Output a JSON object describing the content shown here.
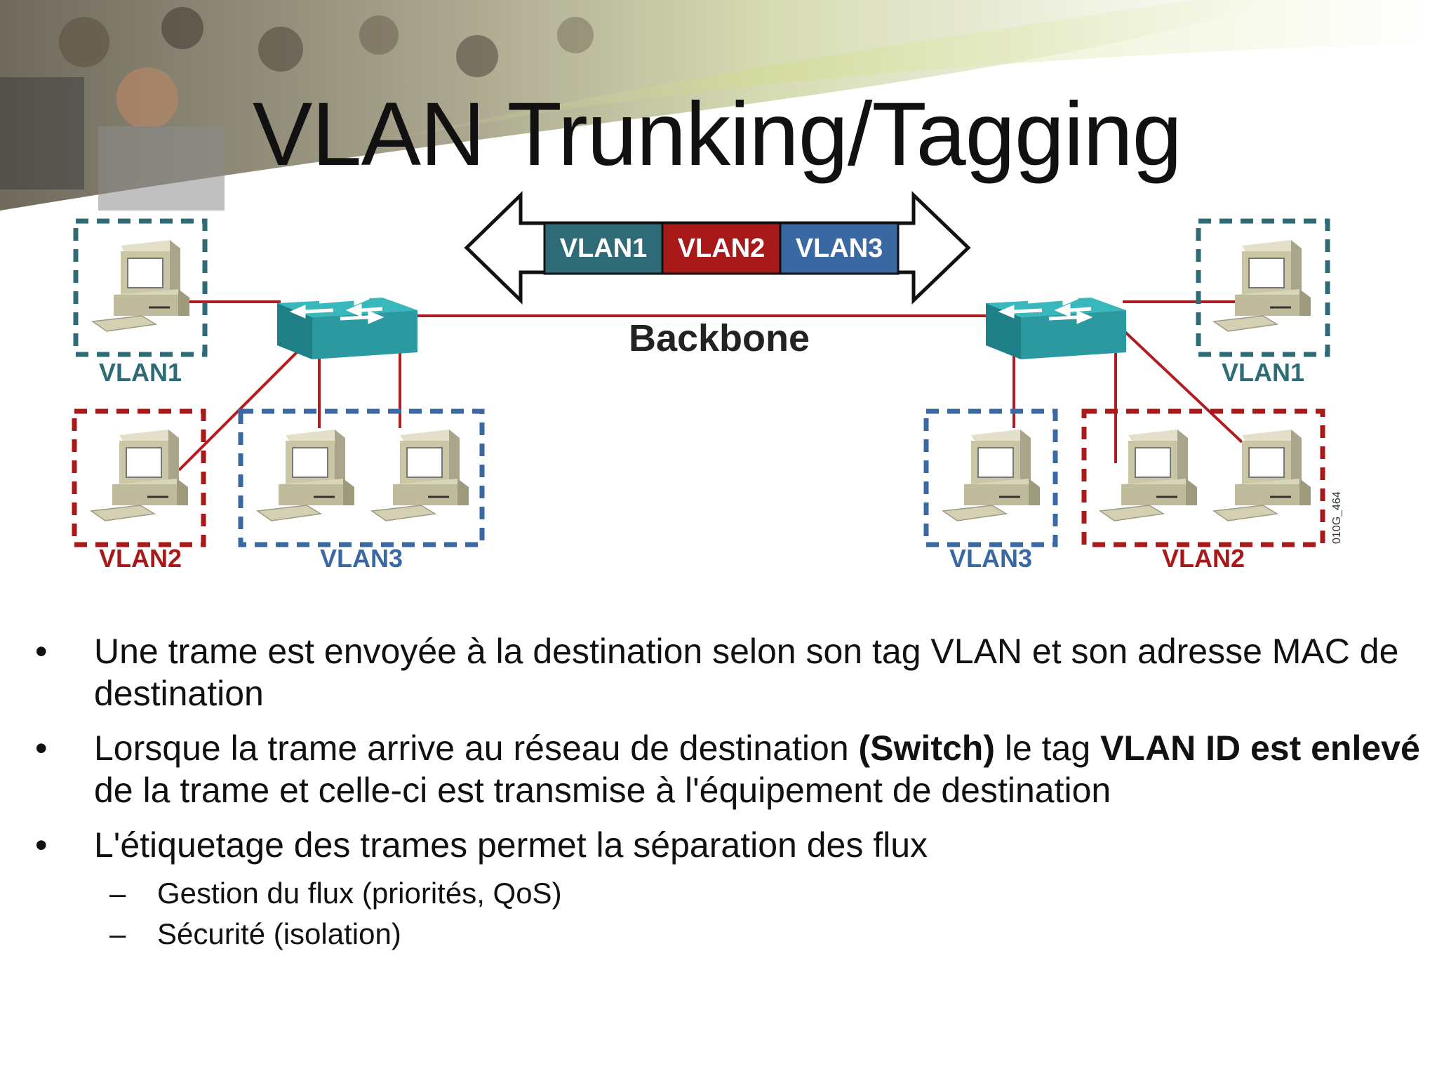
{
  "slide": {
    "title": "VLAN Trunking/Tagging"
  },
  "diagram": {
    "frame_labels": {
      "vlan1": "VLAN1",
      "vlan2": "VLAN2",
      "vlan3": "VLAN3"
    },
    "backbone_label": "Backbone",
    "figure_code": "010G_464",
    "colors": {
      "vlan1": "#2e6b77",
      "vlan2": "#a81a1a",
      "vlan3": "#3a68a3",
      "link": "#b01e23",
      "switch": "#2a9aa0"
    }
  },
  "bullets": {
    "b1": "Une trame est envoyée à la destination selon son tag VLAN et son adresse MAC de destination",
    "b2_part1": "Lorsque la trame arrive au réseau de destination ",
    "b2_bold1": "(Switch)",
    "b2_part2": " le tag ",
    "b2_bold2": "VLAN ID est enlevé",
    "b2_part3": " de la trame et celle-ci est transmise à l'équipement de destination",
    "b3": "L'étiquetage des trames permet la séparation des flux",
    "sub1": "Gestion du flux (priorités, QoS)",
    "sub2": "Sécurité (isolation)"
  },
  "markers": {
    "bullet": "•",
    "dash": "–"
  }
}
